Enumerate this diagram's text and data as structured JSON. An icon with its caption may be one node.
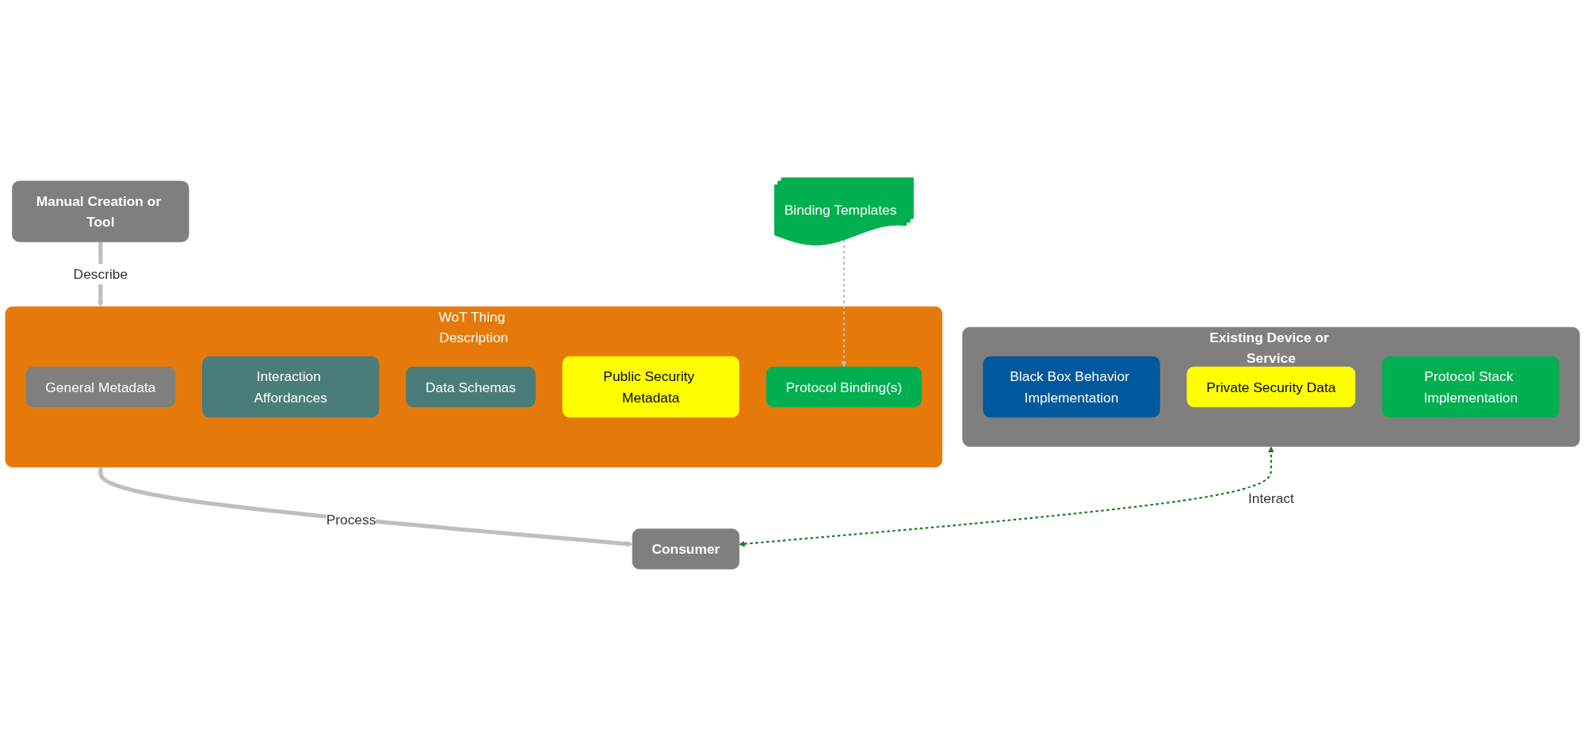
{
  "diagram": {
    "nodes": [
      {
        "text": [
          "Manual Creation or Tool"
        ]
      },
      {
        "text": [
          "WoT Thing Description"
        ]
      },
      {
        "text": [
          "General Metadata"
        ],
        "in": 1
      },
      {
        "text": [
          "Interaction Affordances"
        ],
        "in": 1
      },
      {
        "text": [
          "Data Schemas"
        ],
        "in": 1
      },
      {
        "text": [
          "Public Security Metadata"
        ],
        "in": 1
      },
      {
        "text": [
          "Protocol Binding(s)"
        ],
        "in": 1
      },
      {
        "text": [
          "Existing Device or Service"
        ]
      },
      {
        "text": [
          "Black Box Behavior Implementation"
        ],
        "in": 7
      },
      {
        "text": [
          "Private Security Data"
        ],
        "in": 7
      },
      {
        "text": [
          "Protocol Stack Implementation"
        ],
        "in": 7
      },
      {
        "text": [
          "Binding Templates"
        ]
      },
      {
        "text": [
          "Consumer"
        ]
      }
    ],
    "edges": [
      {
        "from": 0,
        "to": 1,
        "arrow": "to",
        "label": "Describe",
        "style": "thick"
      },
      {
        "from": 11,
        "to": 6,
        "arrow": "to",
        "style": "dashed"
      },
      {
        "from": 1,
        "to": 12,
        "arrow": "to",
        "label": "Process",
        "style": "thick"
      },
      {
        "from": 7,
        "to": 12,
        "arrow": "both",
        "label": "Interact",
        "style": "dashed",
        "color": "#1a7a1a"
      }
    ]
  }
}
